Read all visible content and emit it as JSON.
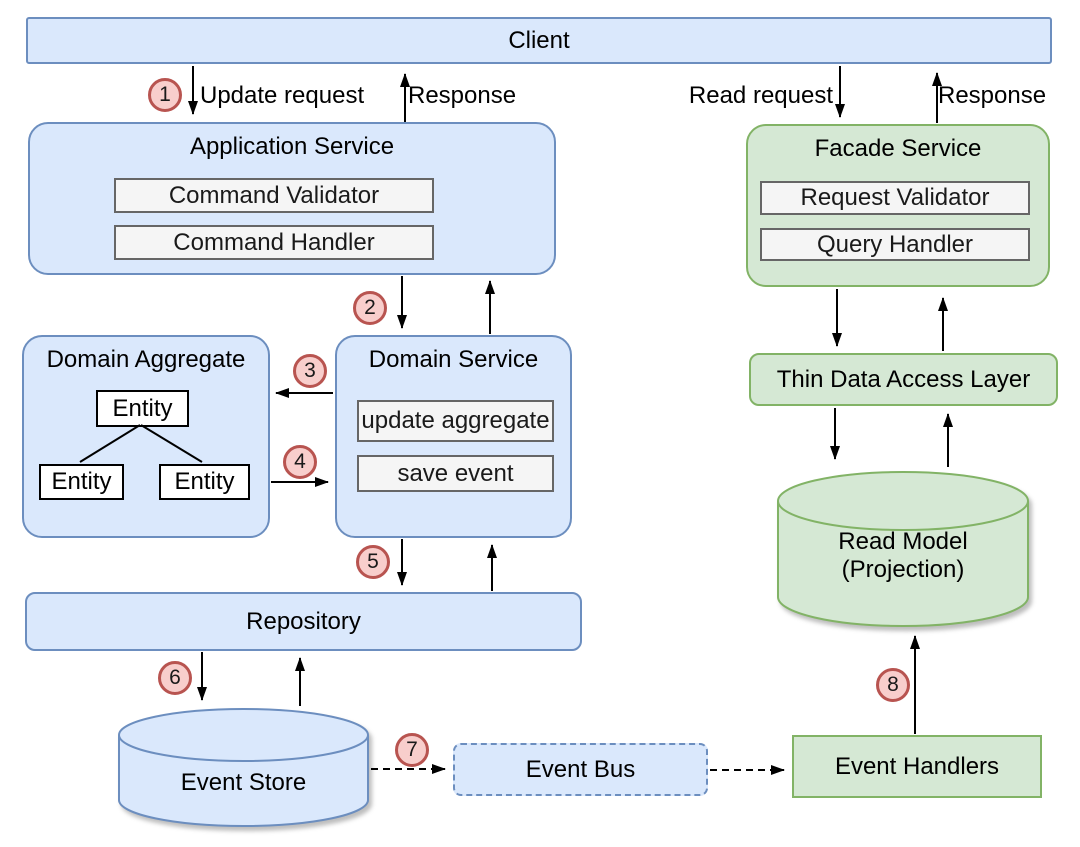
{
  "colors": {
    "blue_fill": "#dae8fc",
    "blue_stroke": "#6c8ebf",
    "green_fill": "#d5e8d4",
    "green_stroke": "#82b366",
    "inner_fill": "#f5f5f5",
    "inner_stroke": "#666666",
    "badge_fill": "#f8cecc",
    "badge_stroke": "#b85450"
  },
  "nodes": {
    "client": {
      "label": "Client"
    },
    "application_service": {
      "title": "Application Service",
      "items": [
        {
          "label": "Command Validator"
        },
        {
          "label": "Command Handler"
        }
      ]
    },
    "facade_service": {
      "title": "Facade Service",
      "items": [
        {
          "label": "Request Validator"
        },
        {
          "label": "Query Handler"
        }
      ]
    },
    "domain_aggregate": {
      "title": "Domain Aggregate",
      "entities": [
        {
          "label": "Entity"
        },
        {
          "label": "Entity"
        },
        {
          "label": "Entity"
        }
      ]
    },
    "domain_service": {
      "title": "Domain Service",
      "items": [
        {
          "label": "update aggregate"
        },
        {
          "label": "save event"
        }
      ]
    },
    "thin_data_access_layer": {
      "label": "Thin Data Access Layer"
    },
    "read_model": {
      "label_line1": "Read Model",
      "label_line2": "(Projection)"
    },
    "repository": {
      "label": "Repository"
    },
    "event_store": {
      "label": "Event Store"
    },
    "event_bus": {
      "label": "Event Bus"
    },
    "event_handlers": {
      "label": "Event Handlers"
    }
  },
  "edge_labels": {
    "update_request": "Update request",
    "response_left": "Response",
    "read_request": "Read request",
    "response_right": "Response"
  },
  "steps": [
    "1",
    "2",
    "3",
    "4",
    "5",
    "6",
    "7",
    "8"
  ]
}
